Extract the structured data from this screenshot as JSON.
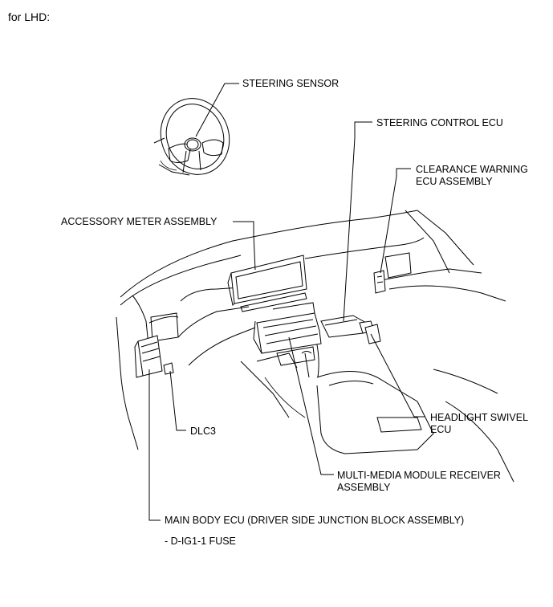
{
  "heading": "for LHD:",
  "labels": {
    "steering_sensor": "STEERING SENSOR",
    "steering_control_ecu": "STEERING CONTROL ECU",
    "clearance_warning_1": "CLEARANCE WARNING",
    "clearance_warning_2": "ECU ASSEMBLY",
    "accessory_meter": "ACCESSORY METER ASSEMBLY",
    "headlight_swivel_1": "HEADLIGHT SWIVEL",
    "headlight_swivel_2": "ECU",
    "dlc3": "DLC3",
    "multimedia_1": "MULTI-MEDIA MODULE RECEIVER",
    "multimedia_2": "ASSEMBLY",
    "main_body_ecu": "MAIN BODY ECU (DRIVER SIDE JUNCTION BLOCK ASSEMBLY)",
    "fuse": "- D-IG1-1 FUSE"
  }
}
